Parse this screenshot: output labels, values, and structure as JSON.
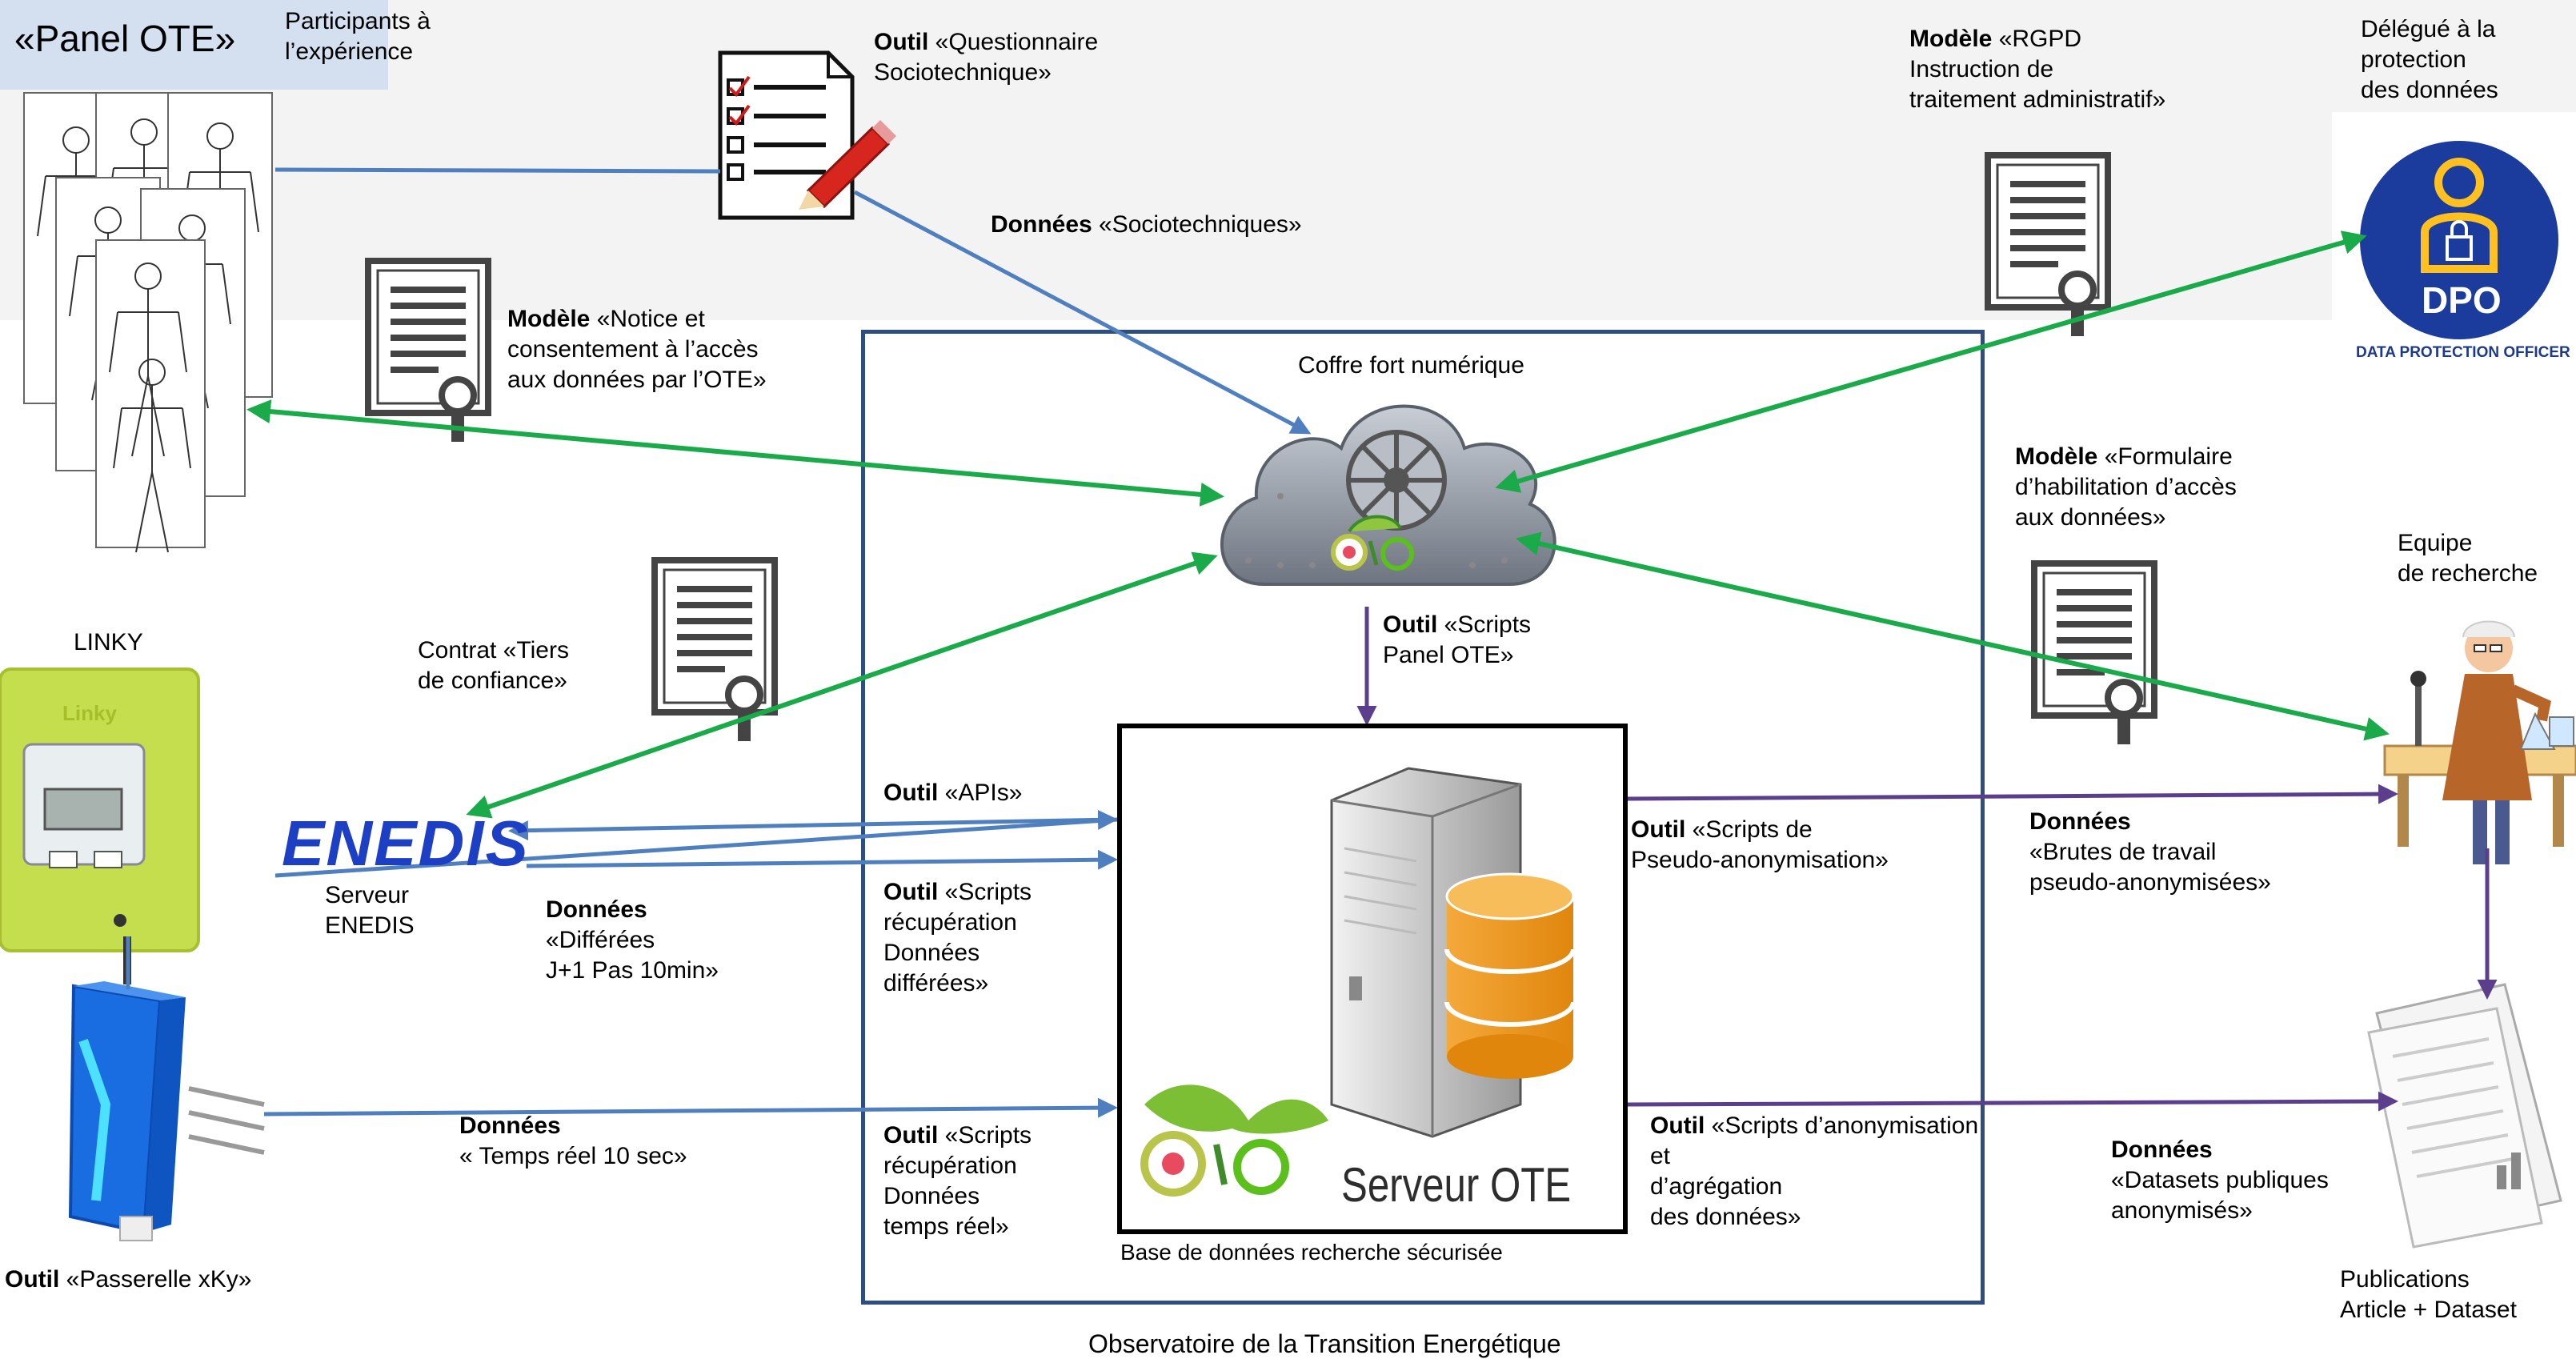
{
  "panel": {
    "title": "«Panel OTE»",
    "participants": [
      "Participants à",
      "l’expérience"
    ]
  },
  "questionnaire": {
    "prefix": "Outil",
    "lines": [
      "«Questionnaire",
      "Sociotechnique»"
    ]
  },
  "donnees_socio": {
    "prefix": "Données",
    "text": "«Sociotechniques»"
  },
  "modele_notice": {
    "prefix": "Modèle",
    "lines": [
      "«Notice et",
      "consentement à l’accès",
      "aux données par l’OTE»"
    ]
  },
  "modele_rgpd": {
    "prefix": "Modèle",
    "lines": [
      "«RGPD",
      "Instruction de",
      "traitement administratif»"
    ]
  },
  "dpo": {
    "label_lines": [
      "Délégué à la",
      "protection",
      "des données"
    ],
    "badge": "DPO",
    "caption": "DATA PROTECTION OFFICER"
  },
  "coffre": {
    "label": "Coffre fort numérique"
  },
  "modele_formulaire": {
    "prefix": "Modèle",
    "lines": [
      "«Formulaire",
      "d’habilitation d’accès",
      "aux données»"
    ]
  },
  "equipe": {
    "lines": [
      "Equipe",
      "de recherche"
    ]
  },
  "linky": {
    "label": "LINKY",
    "brand": "Linky"
  },
  "contrat": {
    "lines": [
      "Contrat «Tiers",
      "de confiance»"
    ]
  },
  "scripts_panel": {
    "prefix": "Outil",
    "lines": [
      "«Scripts",
      "Panel OTE»"
    ]
  },
  "apis": {
    "prefix": "Outil",
    "text": "«APIs»"
  },
  "enedis": {
    "logo": "ENEDIS",
    "lines": [
      "Serveur",
      "ENEDIS"
    ]
  },
  "donnees_differees": {
    "prefix": "Données",
    "lines": [
      "«Différées",
      "J+1 Pas 10min»"
    ]
  },
  "scripts_recup_diff": {
    "prefix": "Outil",
    "lines": [
      "«Scripts",
      "récupération",
      "Données",
      "différées»"
    ]
  },
  "scripts_pseudo": {
    "prefix": "Outil",
    "lines": [
      "«Scripts de",
      "Pseudo-anonymisation»"
    ]
  },
  "donnees_brutes": {
    "prefix": "Données",
    "lines": [
      "«Brutes de travail",
      "pseudo-anonymisées»"
    ]
  },
  "donnees_temps_reel": {
    "prefix": "Données",
    "text": "« Temps réel 10 sec»"
  },
  "scripts_recup_tr": {
    "prefix": "Outil",
    "lines": [
      "«Scripts",
      "récupération",
      "Données",
      "temps réel»"
    ]
  },
  "serveur": {
    "title": "Serveur OTE",
    "caption": "Base de données recherche sécurisée"
  },
  "scripts_anonym": {
    "prefix": "Outil",
    "lines": [
      "«Scripts d’anonymisation",
      "et",
      "d’agrégation",
      "des données»"
    ]
  },
  "donnees_datasets": {
    "prefix": "Données",
    "lines": [
      "«Datasets publiques",
      "anonymisés»"
    ]
  },
  "publications": {
    "lines": [
      "Publications",
      "Article + Dataset"
    ]
  },
  "passerelle": {
    "prefix": "Outil",
    "text": "«Passerelle  xKy»"
  },
  "observatoire": {
    "label": "Observatoire de la Transition Energétique"
  },
  "colors": {
    "blue_arrow": "#4f7fbe",
    "green_arrow": "#1aaa4a",
    "purple_arrow": "#5b3f8c",
    "frame": "#2f4e80"
  },
  "icons": [
    "stick-figure-icon",
    "checklist-icon",
    "pencil-icon",
    "certificate-icon",
    "cloud-safe-icon",
    "server-icon",
    "database-icon",
    "ote-logo-icon",
    "linky-meter-icon",
    "sensor-icon",
    "dpo-badge-icon",
    "scientist-icon",
    "documents-icon"
  ]
}
